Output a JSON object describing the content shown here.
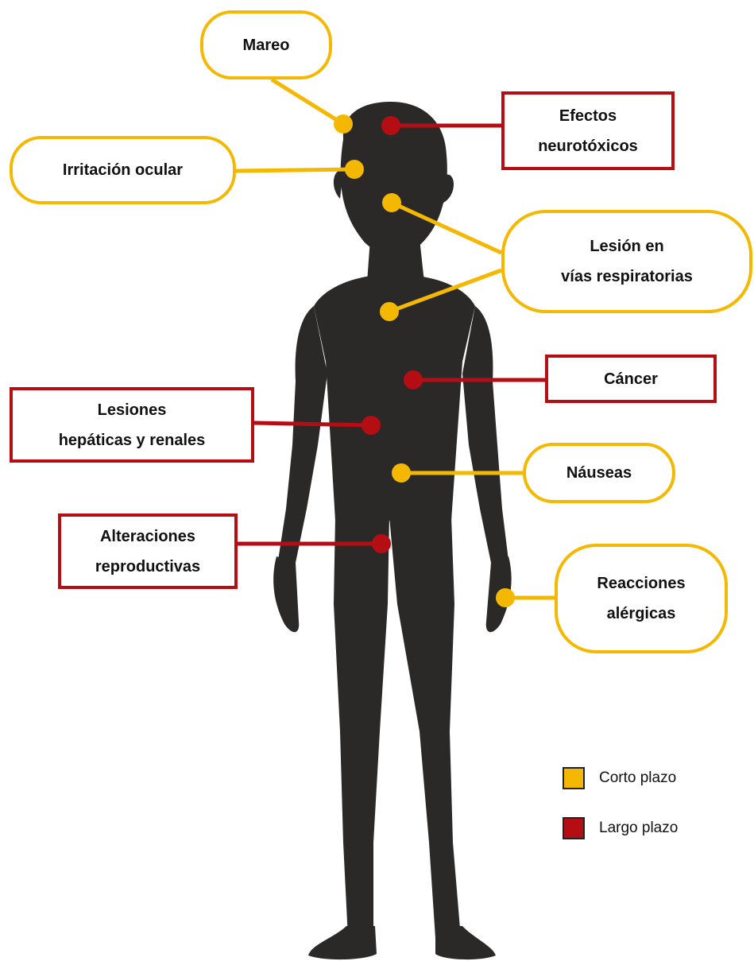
{
  "colors": {
    "short_term": "#f5b800",
    "long_term": "#b50d14",
    "figure": "#2b2928"
  },
  "labels": {
    "mareo": "Mareo",
    "irritacion": "Irritación ocular",
    "efectos_neuro": "Efectos\nneurotóxicos",
    "lesion_vias": "Lesión  en\nvías  respiratorias",
    "cancer": "Cáncer",
    "lesiones_hep": "Lesiones\nhepáticas  y renales",
    "nauseas": "Náuseas",
    "alteraciones": "Alteraciones\nreproductivas",
    "reacciones": "Reacciones\nalérgicas"
  },
  "legend": {
    "short_label": "Corto plazo",
    "long_label": "Largo plazo"
  }
}
